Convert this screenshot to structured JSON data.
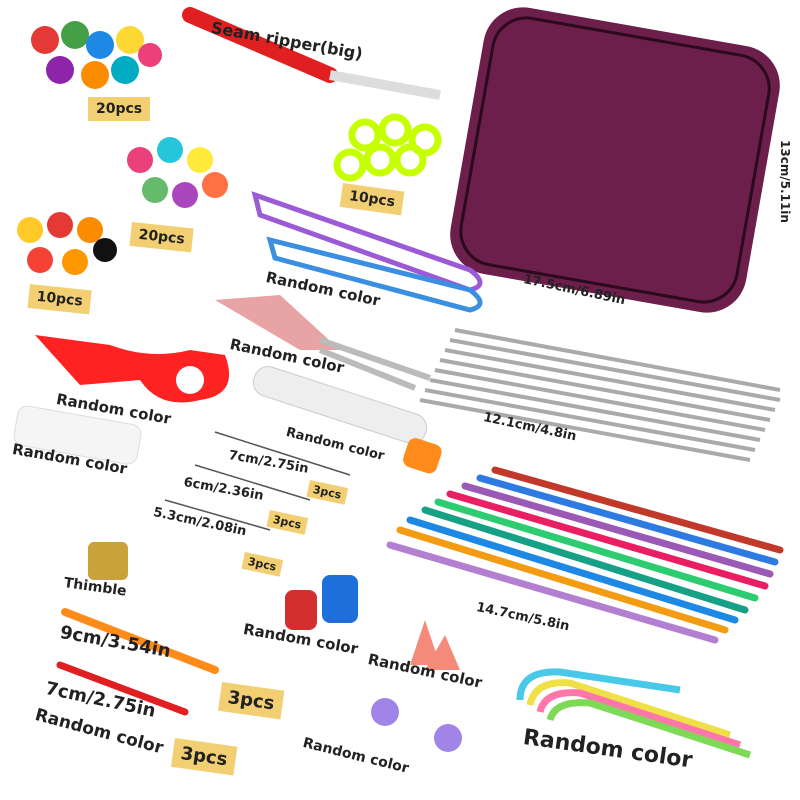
{
  "labels": {
    "markers_top_count": "20pcs",
    "seam_ripper": "Seam ripper(big)",
    "rings_count": "10pcs",
    "markers_mid_count": "20pcs",
    "markers_bottom_count": "10pcs",
    "stitch_holder_color": "Random color",
    "case_width": "17.5cm/6.89in",
    "case_height": "13cm/5.11in",
    "scissors_color": "Random color",
    "yarn_winder_color": "Random color",
    "needle_tube_color": "Random color",
    "steel_hooks_length": "12.1cm/4.8in",
    "tape_measure_color": "Random color",
    "needle_7cm": "7cm/2.75in",
    "needle_7cm_count": "3pcs",
    "needle_6cm": "6cm/2.36in",
    "needle_6cm_count": "3pcs",
    "needle_5cm": "5.3cm/2.08in",
    "needle_5cm_count": "3pcs",
    "thimble": "Thimble",
    "aluminum_hooks_length": "14.7cm/5.8in",
    "row_counter_color": "Random color",
    "plastic_needle_9cm": "9cm/3.54in",
    "plastic_needle_9cm_count": "3pcs",
    "point_protector_color": "Random color",
    "plastic_needle_7cm": "7cm/2.75in",
    "plastic_needle_color": "Random color",
    "plastic_needle_7cm_count": "3pcs",
    "cable_needles_color": "Random color",
    "threader_color": "Random color"
  },
  "colors": {
    "case": "#6b1f4a",
    "badge": "#f1cf72"
  }
}
